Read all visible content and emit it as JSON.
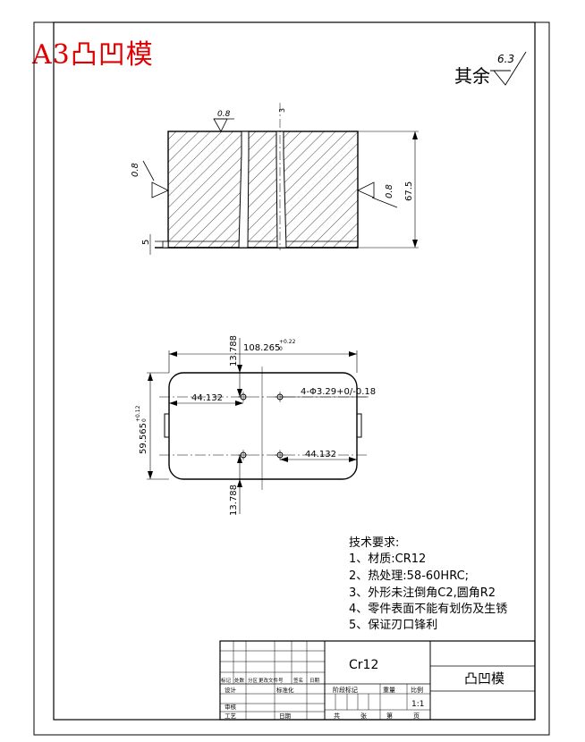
{
  "sheet_title": "A3凸凹模",
  "roughness_note": {
    "label": "其余",
    "value": "6.3"
  },
  "front_view": {
    "roughness_top": "0.8",
    "roughness_left": "0.8",
    "roughness_right": "0.8",
    "dim_height": "67.5",
    "dim_step": "5",
    "dim_top_small": "3"
  },
  "plan_view": {
    "dim_length": "108.265",
    "dim_length_tol": "+0.22",
    "dim_length_tol_lower": "0",
    "dim_width": "59.565",
    "dim_width_tol": "+0.12",
    "dim_width_tol_lower": "0",
    "dim_hole_offset_top": "13.788",
    "dim_hole_offset_bottom": "13.788",
    "dim_left_x": "44.132",
    "dim_right_x": "44.132",
    "hole_callout": "4-Φ3.29+0/-0.18"
  },
  "tech_requirements": {
    "heading": "技术要求:",
    "items": [
      "1、材质:CR12",
      "2、热处理:58-60HRC;",
      "3、外形未注倒角C2,圆角R2",
      "4、零件表面不能有划伤及生锈",
      "5、保证刃口锋利"
    ]
  },
  "title_block": {
    "material": "Cr12",
    "part_name": "凸凹模",
    "scale": "1:1",
    "rev_headers": [
      "标记",
      "处数",
      "分区",
      "更改文件号",
      "签名",
      "日期"
    ],
    "role_design": "设计",
    "role_standard": "标准化",
    "role_review": "审核",
    "role_process": "工艺",
    "date_label": "日期",
    "stage_label": "阶段标记",
    "weight_label": "重量",
    "scale_label": "比例",
    "total_label": "共",
    "sheet_label": "张",
    "page_label": "第",
    "page_unit": "页"
  }
}
